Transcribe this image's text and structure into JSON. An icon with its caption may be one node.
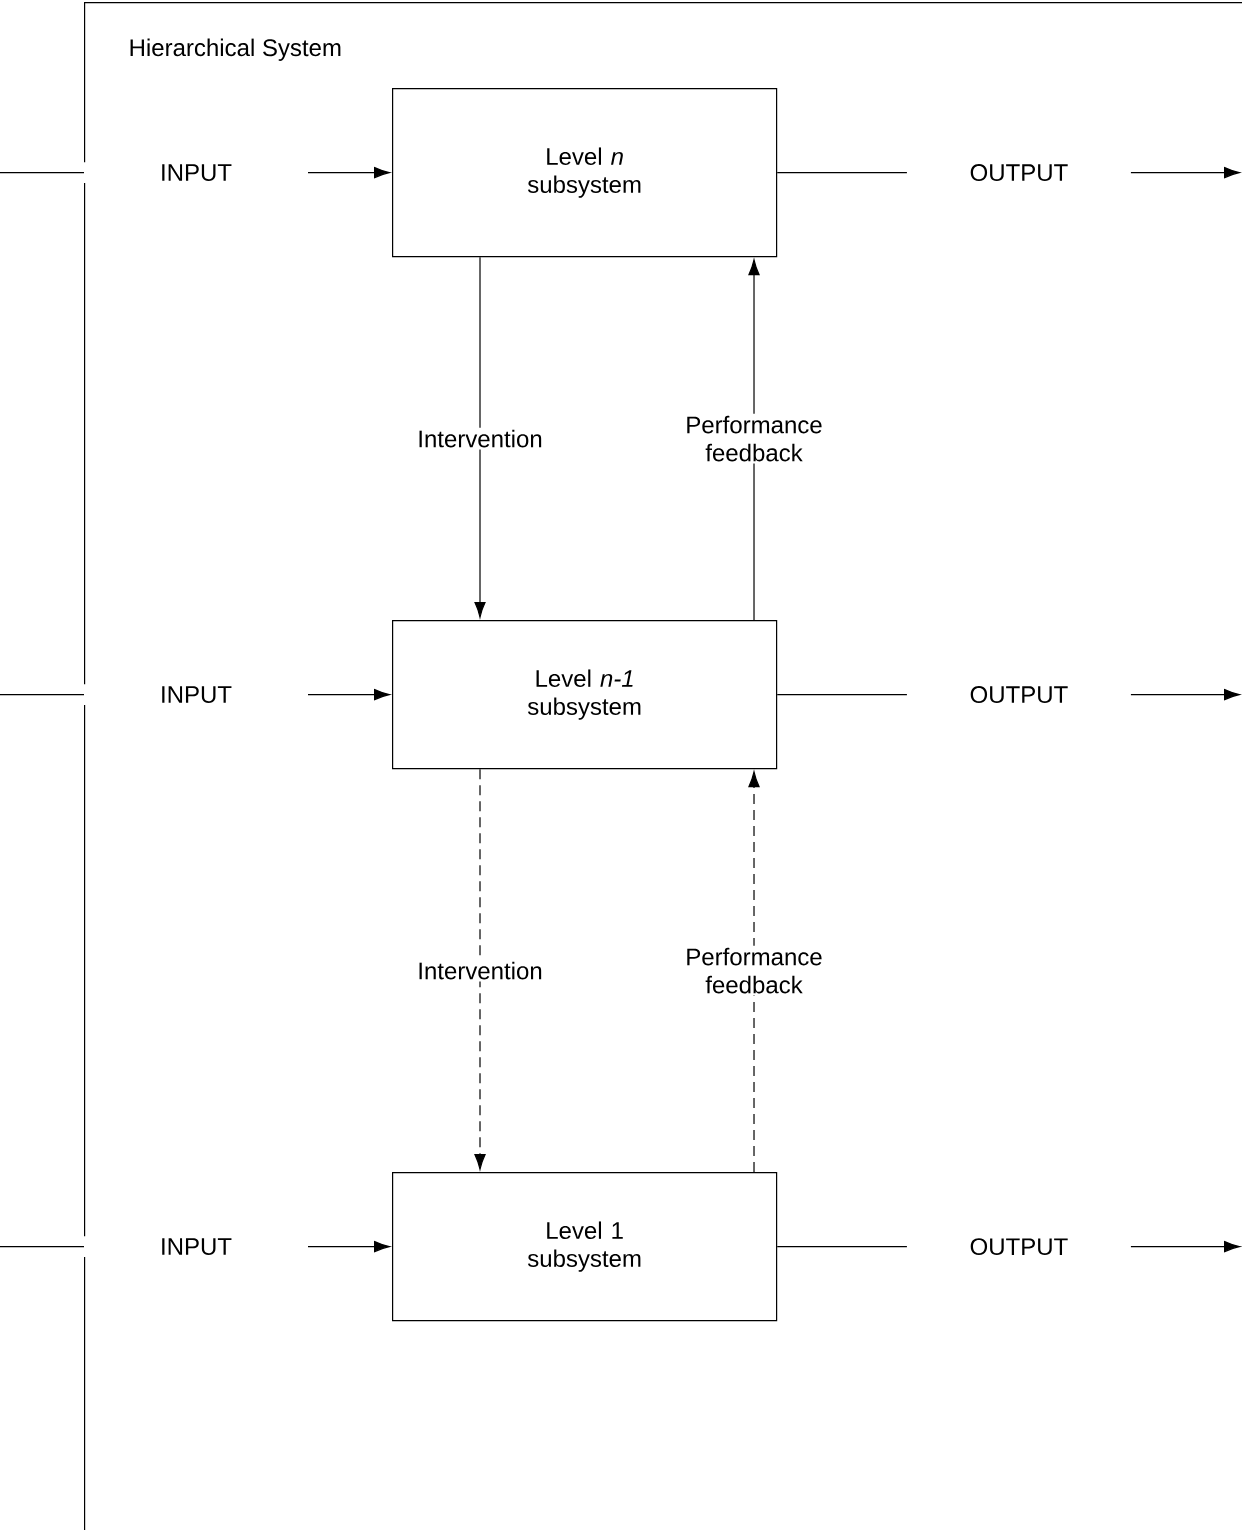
{
  "diagram": {
    "nodes": [
      {
        "text": [
          "Hierarchical System"
        ]
      },
      {
        "text": [
          "Level *n* subsystem"
        ],
        "in": 0
      },
      {
        "text": [
          "Level *n-1* subsystem"
        ],
        "in": 0
      },
      {
        "text": [
          "Level 1 subsystem"
        ],
        "in": 0
      }
    ],
    "edges": [
      {
        "from": null,
        "to": 1,
        "arrow": "to",
        "label": "INPUT"
      },
      {
        "from": 1,
        "to": null,
        "arrow": "to",
        "label": "OUTPUT"
      },
      {
        "from": 1,
        "to": 2,
        "arrow": "to",
        "label": "Intervention"
      },
      {
        "from": 2,
        "to": 1,
        "arrow": "to",
        "label": "Performance feedback"
      },
      {
        "from": null,
        "to": 2,
        "arrow": "to",
        "label": "INPUT"
      },
      {
        "from": 2,
        "to": null,
        "arrow": "to",
        "label": "OUTPUT"
      },
      {
        "from": 2,
        "to": 3,
        "arrow": "to",
        "label": "Intervention",
        "style": "dashed"
      },
      {
        "from": 3,
        "to": 2,
        "arrow": "to",
        "label": "Performance feedback",
        "style": "dashed"
      },
      {
        "from": null,
        "to": 3,
        "arrow": "to",
        "label": "INPUT"
      },
      {
        "from": 3,
        "to": null,
        "arrow": "to",
        "label": "OUTPUT"
      }
    ]
  }
}
